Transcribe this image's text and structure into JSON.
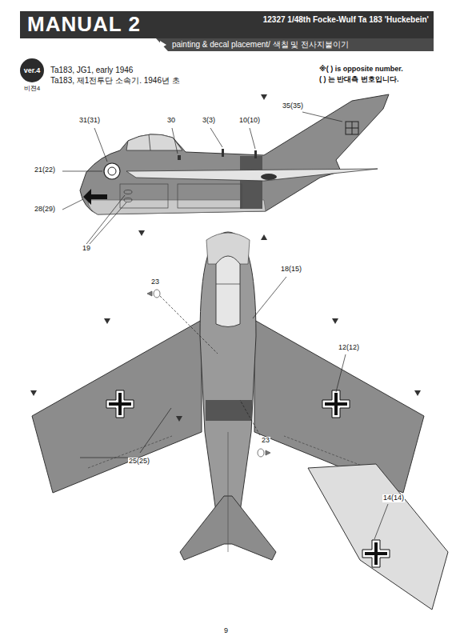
{
  "diagram": {
    "title": "MANUAL 2",
    "nodes": [
      {
        "text": [
          "ver.4",
          "비젼4"
        ]
      }
    ],
    "labels": [
      "12327 1/48th Focke-Wulf Ta 183 'Huckebein'",
      "painting & decal placement/ 색칠 및 전사지붙이기",
      "Ta183, JG1, early 1946",
      "Ta183, 제1전투단 소속기. 1946년 초",
      "※( ) is opposite number.",
      "( ) 는 반대측 번호입니다.",
      "31(31)",
      "30",
      "3(3)",
      "10(10)",
      "35(35)",
      "21(22)",
      "28(29)",
      "19",
      "23",
      "18(15)",
      "12(12)",
      "23",
      "25(25)",
      "14(14)",
      "9"
    ]
  }
}
